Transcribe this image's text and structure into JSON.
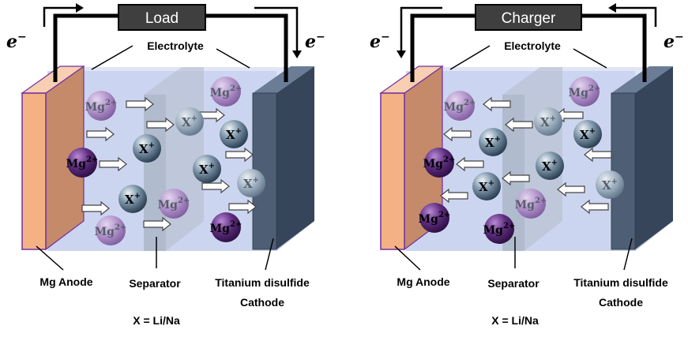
{
  "left": {
    "box_label": "Load",
    "electron_left": "e",
    "electron_right": "e",
    "electrolyte": "Electrolyte",
    "anode": "Mg Anode",
    "separator": "Separator",
    "cathode_line1": "Titanium disulfide",
    "cathode_line2": "Cathode",
    "note": "X = Li/Na",
    "direction": "anode-to-cathode"
  },
  "right": {
    "box_label": "Charger",
    "electron_left": "e",
    "electron_right": "e",
    "electrolyte": "Electrolyte",
    "anode": "Mg Anode",
    "separator": "Separator",
    "cathode_line1": "Titanium disulfide",
    "cathode_line2": "Cathode",
    "note": "X = Li/Na",
    "direction": "cathode-to-anode"
  },
  "ions": {
    "mg_symbol": "Mg",
    "mg_charge": "2+",
    "x_symbol": "X",
    "x_charge": "+",
    "electron_charge": "−"
  },
  "colors": {
    "anode": "#f4b183",
    "anode_edge": "#7030a0",
    "cathode": "#44546a",
    "electrolyte": "#c9d3ef",
    "separator": "#b4bccb",
    "mg_ion": "#7b4a97",
    "x_ion": "#3b5266",
    "box": "#3f3f3f"
  }
}
